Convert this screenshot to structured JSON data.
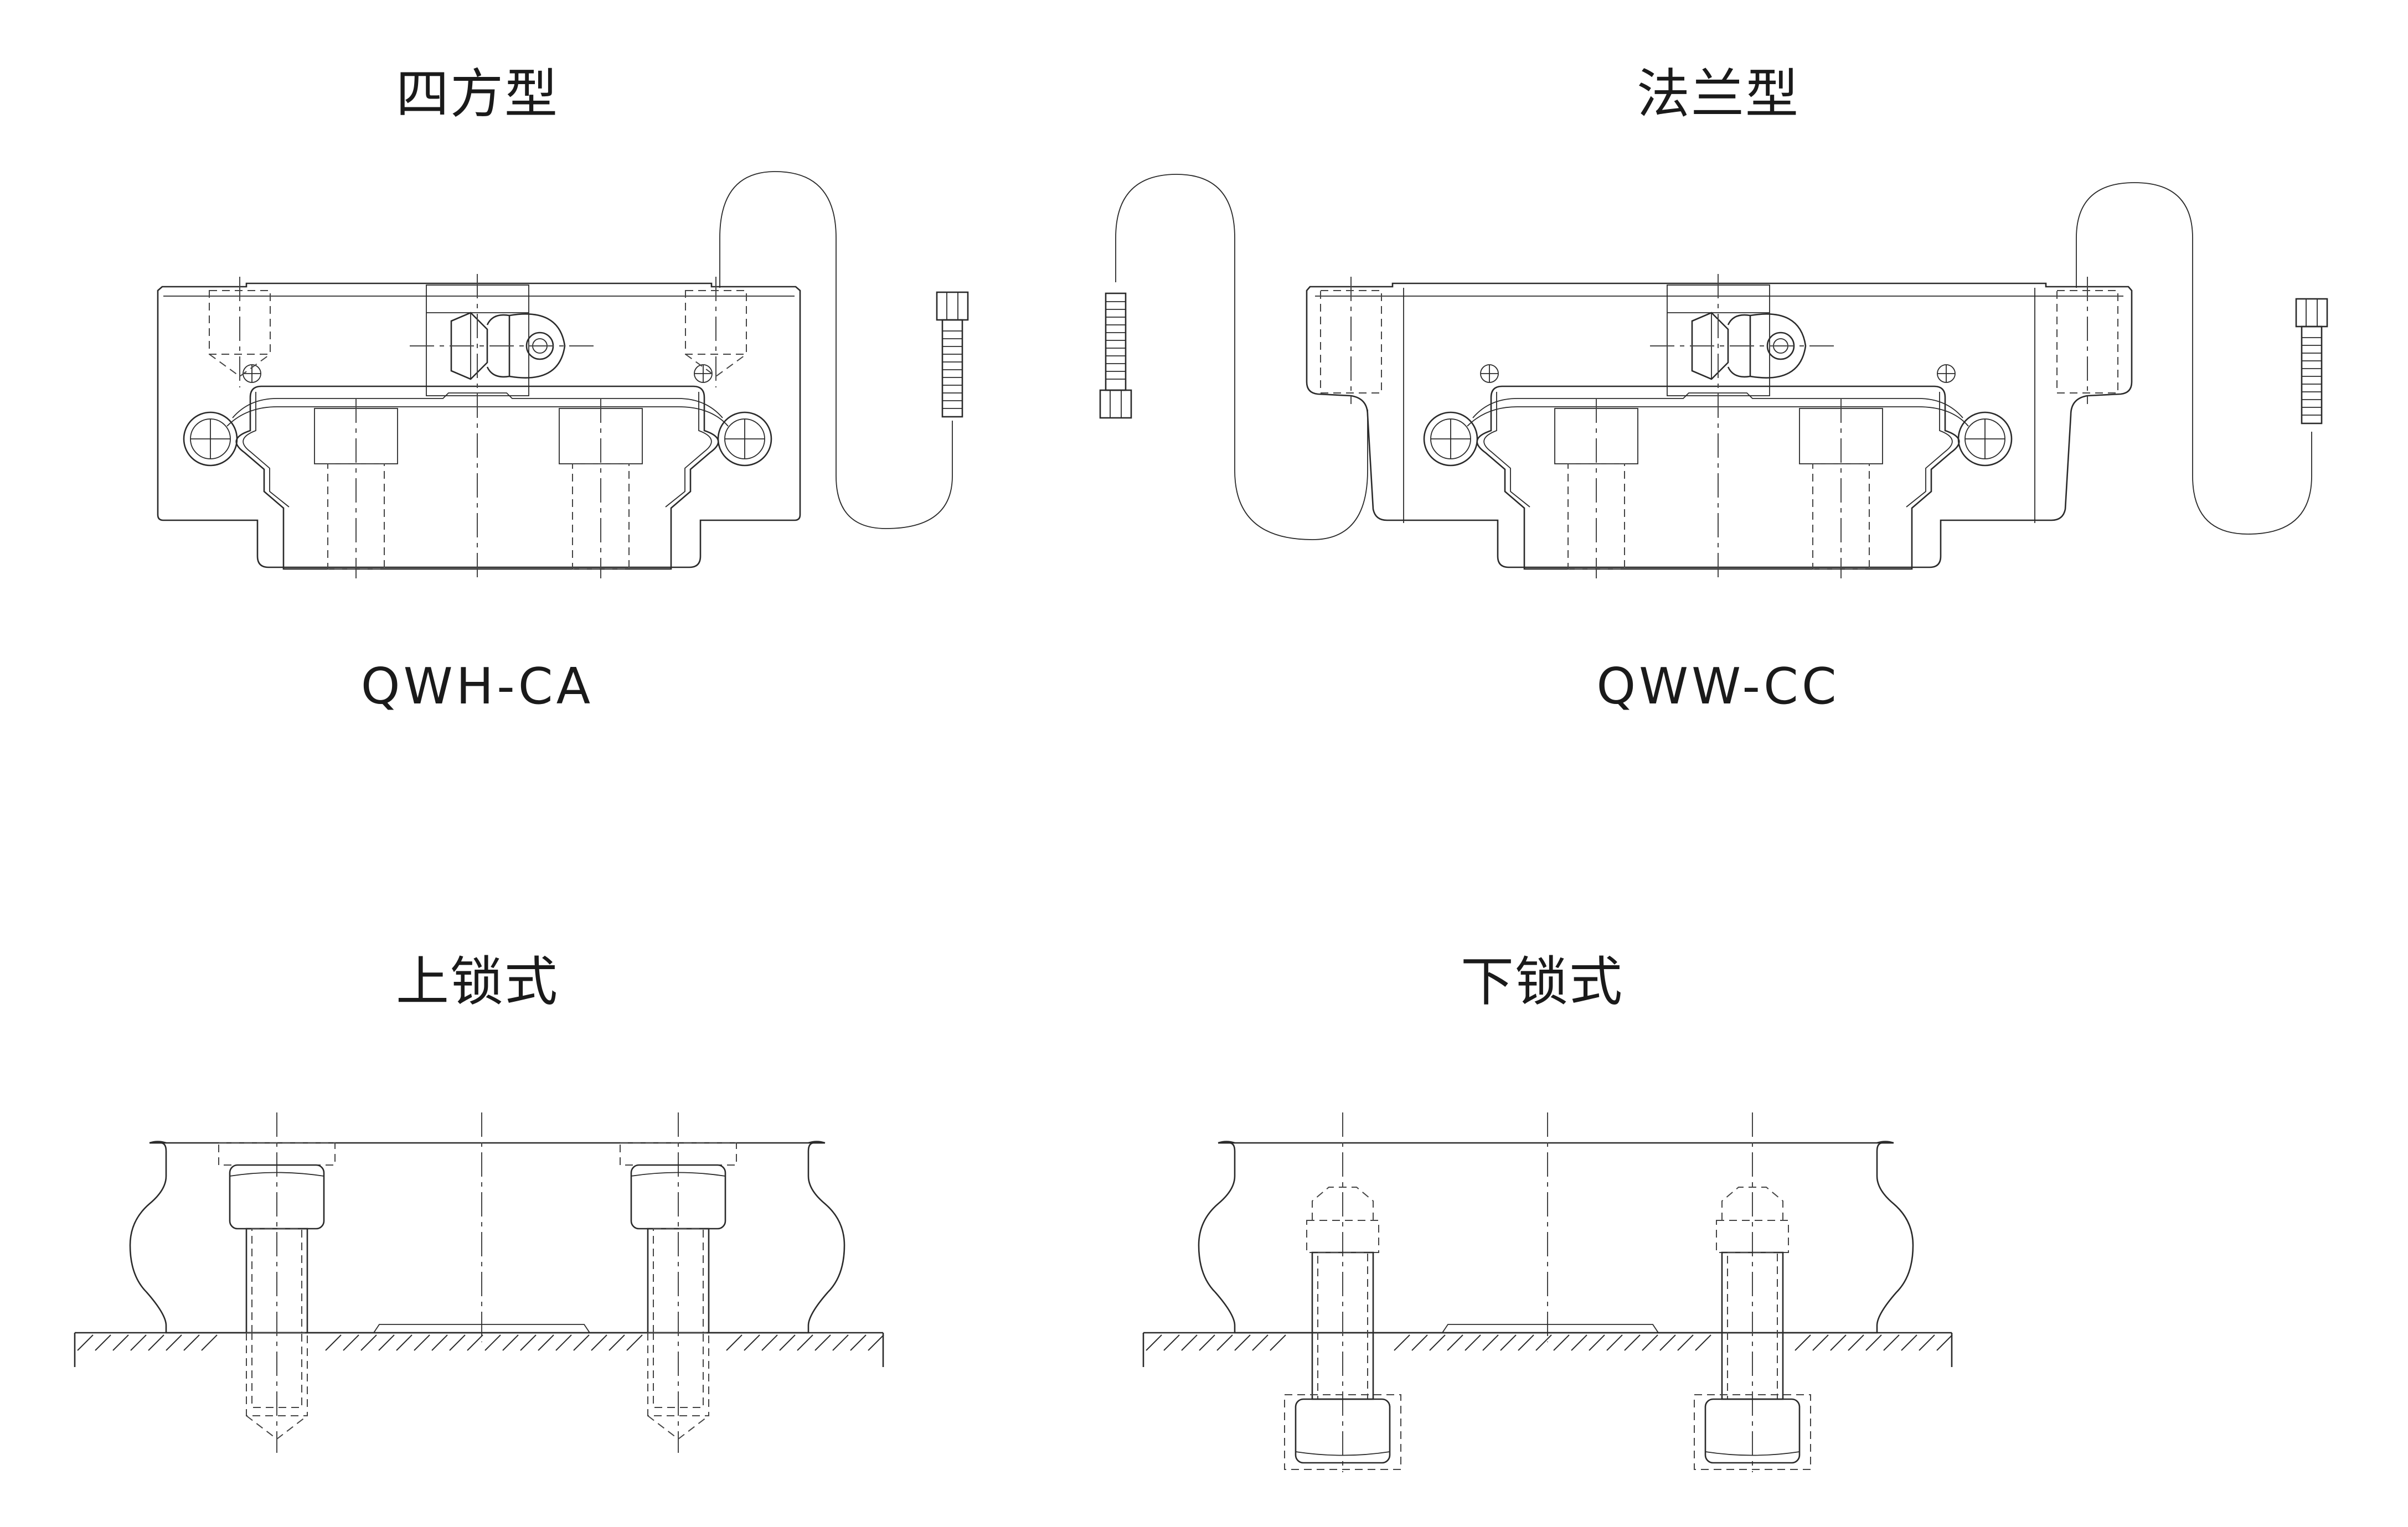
{
  "labels": {
    "square_type": "四方型",
    "flange_type": "法兰型",
    "square_model": "QWH-CA",
    "flange_model": "QWW-CC",
    "top_lock": "上锁式",
    "bottom_lock": "下锁式"
  }
}
